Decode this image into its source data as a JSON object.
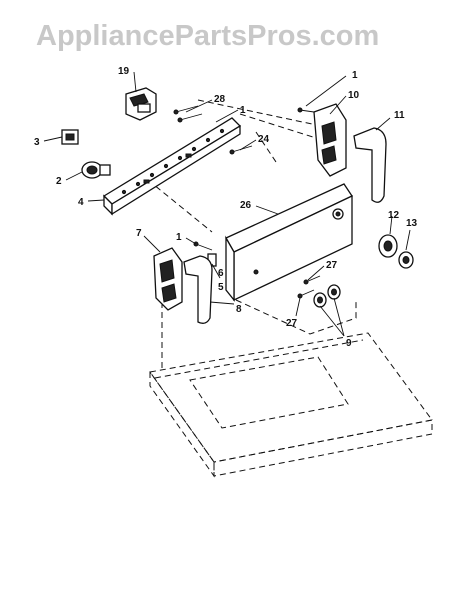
{
  "watermark": "AppliancePartsPros.com",
  "callouts": {
    "c1a": "1",
    "c1b": "1",
    "c1c": "1",
    "c2": "2",
    "c3": "3",
    "c4": "4",
    "c5": "5",
    "c6": "6",
    "c7": "7",
    "c8": "8",
    "c9": "9",
    "c10": "10",
    "c11": "11",
    "c12": "12",
    "c13": "13",
    "c19": "19",
    "c24": "24",
    "c26": "26",
    "c27a": "27",
    "c27b": "27",
    "c28": "28"
  }
}
